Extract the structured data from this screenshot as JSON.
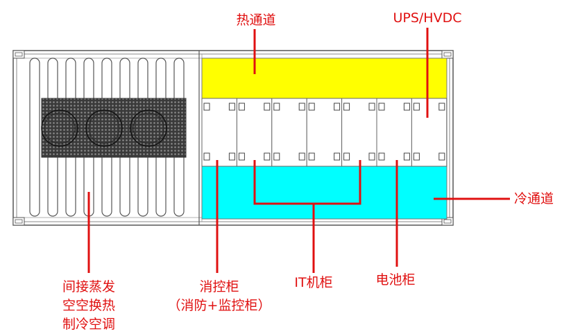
{
  "labels": {
    "hot_aisle": "热通道",
    "ups_hvdc": "UPS/HVDC",
    "cold_aisle": "冷通道",
    "cooling_line1": "间接蒸发",
    "cooling_line2": "空空换热",
    "cooling_line3": "制冷空调",
    "fire_cab_line1": "消控柜",
    "fire_cab_line2": "（消防+监控柜）",
    "it_cabinet": "IT机柜",
    "battery_cabinet": "电池柜"
  },
  "colors": {
    "hot_aisle": "#ffff00",
    "cold_aisle": "#00ffff",
    "annotation": "#e01010",
    "outline": "#555555"
  }
}
